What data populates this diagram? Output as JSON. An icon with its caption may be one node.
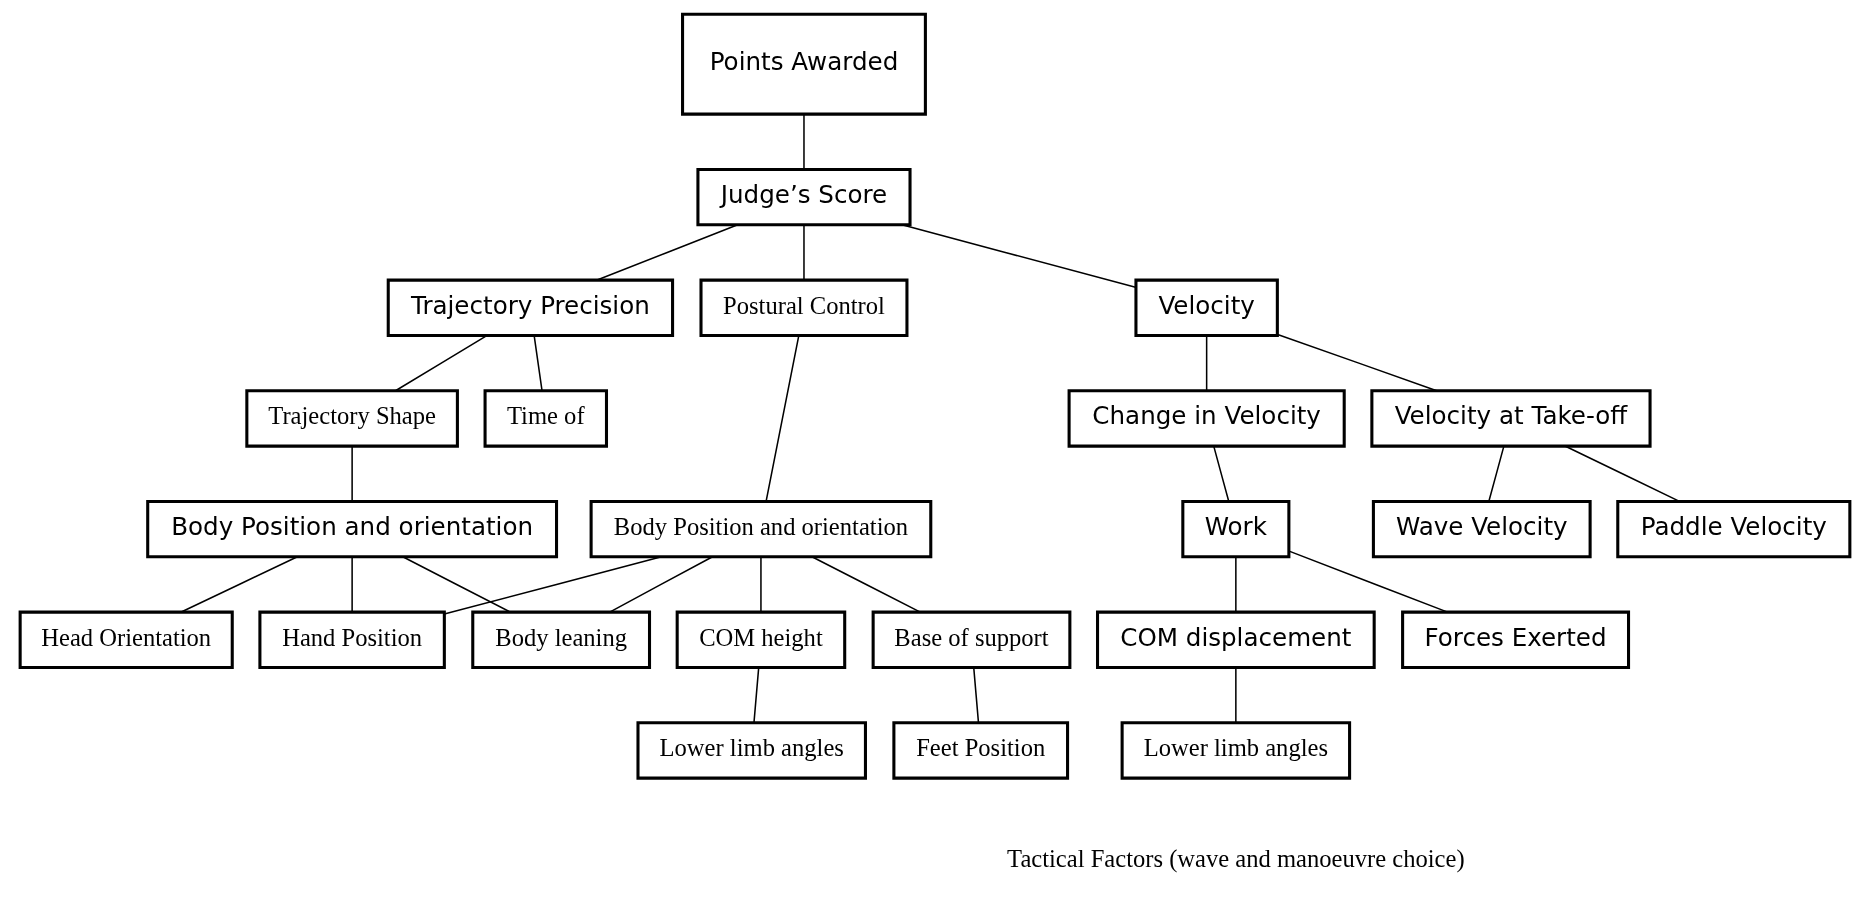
{
  "diagram": {
    "nodes": [
      {
        "text": [
          "Points Awarded"
        ]
      },
      {
        "text": [
          "Judge’s Score"
        ]
      },
      {
        "text": [
          "Trajectory Precision"
        ]
      },
      {
        "text": [
          "Postural Control"
        ]
      },
      {
        "text": [
          "Velocity"
        ]
      },
      {
        "text": [
          "Time of"
        ]
      },
      {
        "text": [
          "Trajectory Shape"
        ]
      },
      {
        "text": [
          "Body Position and orientation"
        ]
      },
      {
        "text": [
          "Velocity at Take-off"
        ]
      },
      {
        "text": [
          "Change in Velocity"
        ]
      },
      {
        "text": [
          "Body Position and orientation"
        ]
      },
      {
        "text": [
          "Base of support"
        ]
      },
      {
        "text": [
          "COM height"
        ]
      },
      {
        "text": [
          "Wave Velocity"
        ]
      },
      {
        "text": [
          "Paddle Velocity"
        ]
      },
      {
        "text": [
          "Work"
        ]
      },
      {
        "text": [
          "Head Orientation"
        ]
      },
      {
        "text": [
          "Body leaning"
        ]
      },
      {
        "text": [
          "Hand Position"
        ]
      },
      {
        "text": [
          "Feet Position"
        ]
      },
      {
        "text": [
          "Lower limb angles"
        ]
      },
      {
        "text": [
          "Forces Exerted"
        ]
      },
      {
        "text": [
          "COM displacement"
        ]
      },
      {
        "text": [
          "Lower limb angles"
        ]
      }
    ],
    "edges": [
      {
        "from": 0,
        "to": 1,
        "arrow": "none"
      },
      {
        "from": 1,
        "to": 2,
        "arrow": "none"
      },
      {
        "from": 1,
        "to": 3,
        "arrow": "none"
      },
      {
        "from": 1,
        "to": 4,
        "arrow": "none"
      },
      {
        "from": 2,
        "to": 5,
        "arrow": "none"
      },
      {
        "from": 2,
        "to": 6,
        "arrow": "none"
      },
      {
        "from": 3,
        "to": 7,
        "arrow": "none"
      },
      {
        "from": 4,
        "to": 8,
        "arrow": "none"
      },
      {
        "from": 4,
        "to": 9,
        "arrow": "none"
      },
      {
        "from": 6,
        "to": 10,
        "arrow": "none"
      },
      {
        "from": 7,
        "to": 17,
        "arrow": "none"
      },
      {
        "from": 7,
        "to": 18,
        "arrow": "none"
      },
      {
        "from": 7,
        "to": 11,
        "arrow": "none"
      },
      {
        "from": 7,
        "to": 12,
        "arrow": "none"
      },
      {
        "from": 8,
        "to": 13,
        "arrow": "none"
      },
      {
        "from": 8,
        "to": 14,
        "arrow": "none"
      },
      {
        "from": 9,
        "to": 15,
        "arrow": "none"
      },
      {
        "from": 10,
        "to": 16,
        "arrow": "none"
      },
      {
        "from": 10,
        "to": 17,
        "arrow": "none"
      },
      {
        "from": 10,
        "to": 18,
        "arrow": "none"
      },
      {
        "from": 11,
        "to": 19,
        "arrow": "none"
      },
      {
        "from": 12,
        "to": 20,
        "arrow": "none"
      },
      {
        "from": 15,
        "to": 21,
        "arrow": "none"
      },
      {
        "from": 15,
        "to": 22,
        "arrow": "none"
      },
      {
        "from": 22,
        "to": 23,
        "arrow": "none"
      }
    ],
    "labels": [
      "Tactical Factors (wave and manoeuvre choice)"
    ]
  }
}
